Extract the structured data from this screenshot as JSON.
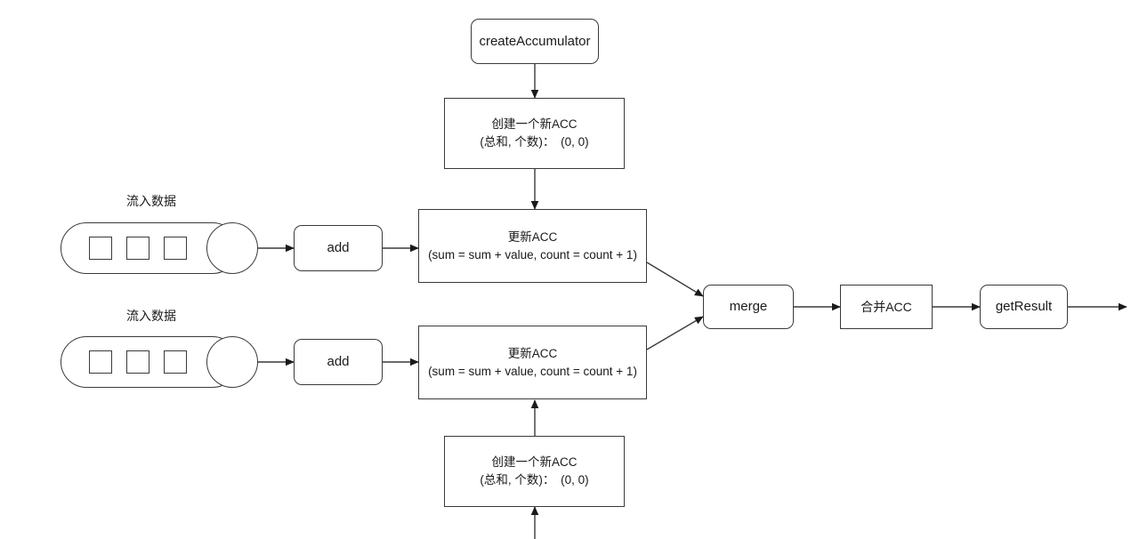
{
  "diagram": {
    "title": "Flink AggregateFunction accumulator dataflow diagram",
    "background_color": "#ffffff",
    "stroke_color": "#3a3a3a",
    "text_color": "#1a1a1a"
  },
  "nodes": {
    "create_accumulator_top": {
      "label": "createAccumulator",
      "shape": "rounded-rect"
    },
    "new_acc_top": {
      "label": "创建一个新ACC\n(总和, 个数)：　(0, 0)",
      "shape": "rect"
    },
    "update_acc_top": {
      "label": "更新ACC\n(sum = sum + value, count = count + 1)",
      "shape": "rect"
    },
    "update_acc_bottom": {
      "label": "更新ACC\n(sum = sum + value, count = count + 1)",
      "shape": "rect"
    },
    "new_acc_bottom": {
      "label": "创建一个新ACC\n(总和, 个数)：　(0, 0)",
      "shape": "rect"
    },
    "add_top": {
      "label": "add",
      "shape": "rounded-rect"
    },
    "add_bottom": {
      "label": "add",
      "shape": "rounded-rect"
    },
    "merge": {
      "label": "merge",
      "shape": "rounded-rect"
    },
    "merge_acc": {
      "label": "合并ACC",
      "shape": "rect"
    },
    "get_result": {
      "label": "getResult",
      "shape": "rounded-rect"
    }
  },
  "streams": [
    {
      "caption": "流入数据",
      "cells": [
        "",
        "",
        ""
      ]
    },
    {
      "caption": "流入数据",
      "cells": [
        "",
        "",
        ""
      ]
    }
  ],
  "edges": [
    {
      "name": "create-accumulator-to-new-acc-top",
      "kind": "arrow-down"
    },
    {
      "name": "new-acc-top-to-update-acc-top",
      "kind": "arrow-down"
    },
    {
      "name": "stream-top-to-add-top",
      "kind": "arrow-right"
    },
    {
      "name": "add-top-to-update-acc-top",
      "kind": "arrow-right"
    },
    {
      "name": "stream-bottom-to-add-bottom",
      "kind": "arrow-right"
    },
    {
      "name": "add-bottom-to-update-acc-bottom",
      "kind": "arrow-right"
    },
    {
      "name": "update-acc-top-to-merge",
      "kind": "arrow-diagonal-down"
    },
    {
      "name": "update-acc-bottom-to-merge",
      "kind": "arrow-diagonal-up"
    },
    {
      "name": "merge-to-merge-acc",
      "kind": "arrow-right"
    },
    {
      "name": "merge-acc-to-get-result",
      "kind": "arrow-right"
    },
    {
      "name": "get-result-to-output",
      "kind": "arrow-right"
    },
    {
      "name": "new-acc-bottom-to-update-acc-bottom",
      "kind": "arrow-up"
    },
    {
      "name": "create-accumulator-bottom-to-new-acc-bottom",
      "kind": "arrow-up-clipped"
    }
  ]
}
